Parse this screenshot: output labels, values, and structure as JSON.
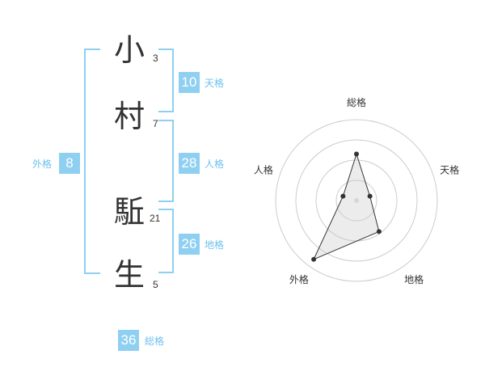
{
  "name": {
    "chars": [
      {
        "char": "小",
        "strokes": "3"
      },
      {
        "char": "村",
        "strokes": "7"
      },
      {
        "char": "駈",
        "strokes": "21"
      },
      {
        "char": "生",
        "strokes": "5"
      }
    ]
  },
  "fortunes": {
    "tenkaku": {
      "value": "10",
      "label": "天格"
    },
    "jinkaku": {
      "value": "28",
      "label": "人格"
    },
    "chikaku": {
      "value": "26",
      "label": "地格"
    },
    "gaikaku": {
      "value": "8",
      "label": "外格"
    },
    "soukaku": {
      "value": "36",
      "label": "総格"
    }
  },
  "colors": {
    "accent": "#8fd0f2",
    "accent_text": "#6fc1ec",
    "text": "#333333"
  },
  "chart_data": {
    "type": "radar",
    "axes": [
      "総格",
      "天格",
      "地格",
      "外格",
      "人格"
    ],
    "scale": [
      0,
      4
    ],
    "rings": 4,
    "values": [
      2.3,
      0.7,
      1.9,
      3.6,
      0.7
    ],
    "grid": true,
    "legend": "none"
  }
}
